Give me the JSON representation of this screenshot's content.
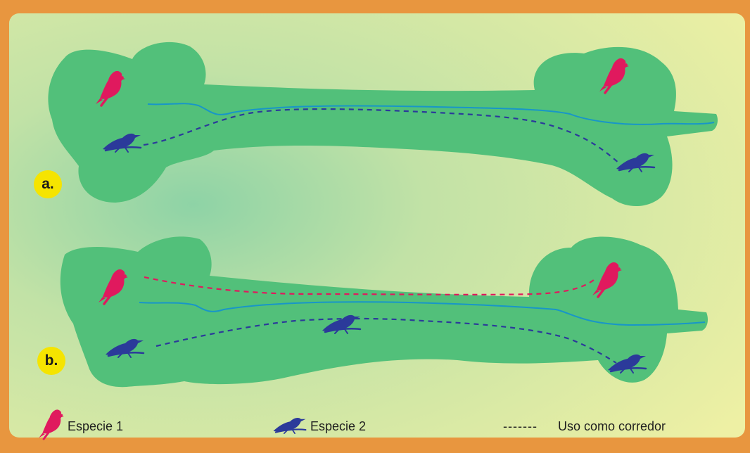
{
  "diagram": {
    "panels": [
      {
        "label": "a.",
        "species_1_corridor_use": false,
        "species_2_corridor_use": true
      },
      {
        "label": "b.",
        "species_1_corridor_use": true,
        "species_2_corridor_use": true
      }
    ],
    "legend": {
      "species_1": "Especie 1",
      "species_2": "Especie 2",
      "corridor_symbol": "-------",
      "corridor": "Uso como corredor"
    },
    "colors": {
      "frame": "#E8963F",
      "background": "#E4EFA0",
      "habitat_patch": "#52C07A",
      "river": "#1896C8",
      "species_1": "#E0195E",
      "species_2": "#2B3A9A",
      "label_badge": "#F5E400"
    },
    "icons": {
      "species_1": "bird-perched-magenta-icon",
      "species_2": "bird-perched-blue-icon"
    }
  }
}
